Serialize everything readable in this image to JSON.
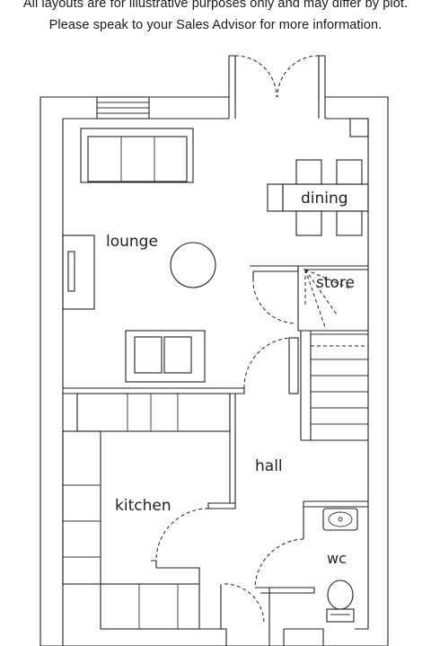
{
  "disclaimer": {
    "line1": "All layouts are for illustrative purposes only and may differ by plot.",
    "line2": "Please speak to your Sales Advisor for more information."
  },
  "rooms": {
    "dining": "dining",
    "lounge": "lounge",
    "store": "store",
    "hall": "hall",
    "kitchen": "kitchen",
    "wc": "wc"
  }
}
